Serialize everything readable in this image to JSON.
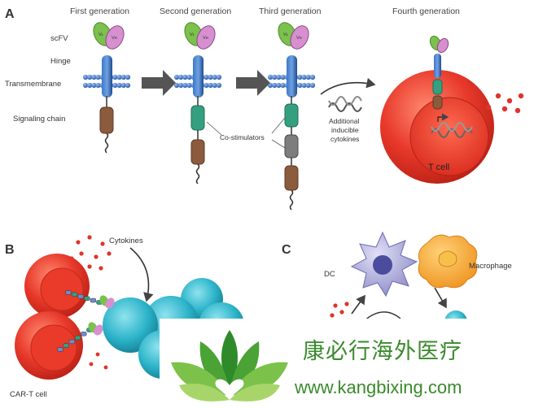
{
  "panels": {
    "a": "A",
    "b": "B",
    "c": "C"
  },
  "generations": {
    "first": "First generation",
    "second": "Second generation",
    "third": "Third generation",
    "fourth": "Fourth generation"
  },
  "row_labels": {
    "scfv": "scFV",
    "hinge": "Hinge",
    "transmembrane": "Transmembrane",
    "signaling": "Signaling chain"
  },
  "domain_labels": {
    "vl": "Vʟ",
    "vh": "Vʜ"
  },
  "costim": "Co-stimulators",
  "additional": [
    "Additional",
    "inducible",
    "cytokines"
  ],
  "tcell": "T cell",
  "panel_b": {
    "cytokines": "Cytokines",
    "cart": "CAR-T cell"
  },
  "panel_c": {
    "dc": "DC",
    "macrophage": "Macrophage"
  },
  "watermark": {
    "cn": "康必行海外医疗",
    "url": "www.kangbixing.com"
  },
  "colors": {
    "scfv_green": "#7cc04d",
    "scfv_pink": "#c67bbf",
    "hinge_blue": "#2a5fa6",
    "membrane_blue": "#3d6fc0",
    "signal_brown": "#8c5a3c",
    "costim_green": "#35a07f",
    "costim_gray": "#7d7d7d",
    "red_cell": "#e8392b",
    "cyan_cell": "#2bb3c9",
    "dc_lilac": "#a7a6d9",
    "macrophage_orange": "#f5a431",
    "arrow_gray": "#555555",
    "watermark_green": "#3a8a2c"
  }
}
